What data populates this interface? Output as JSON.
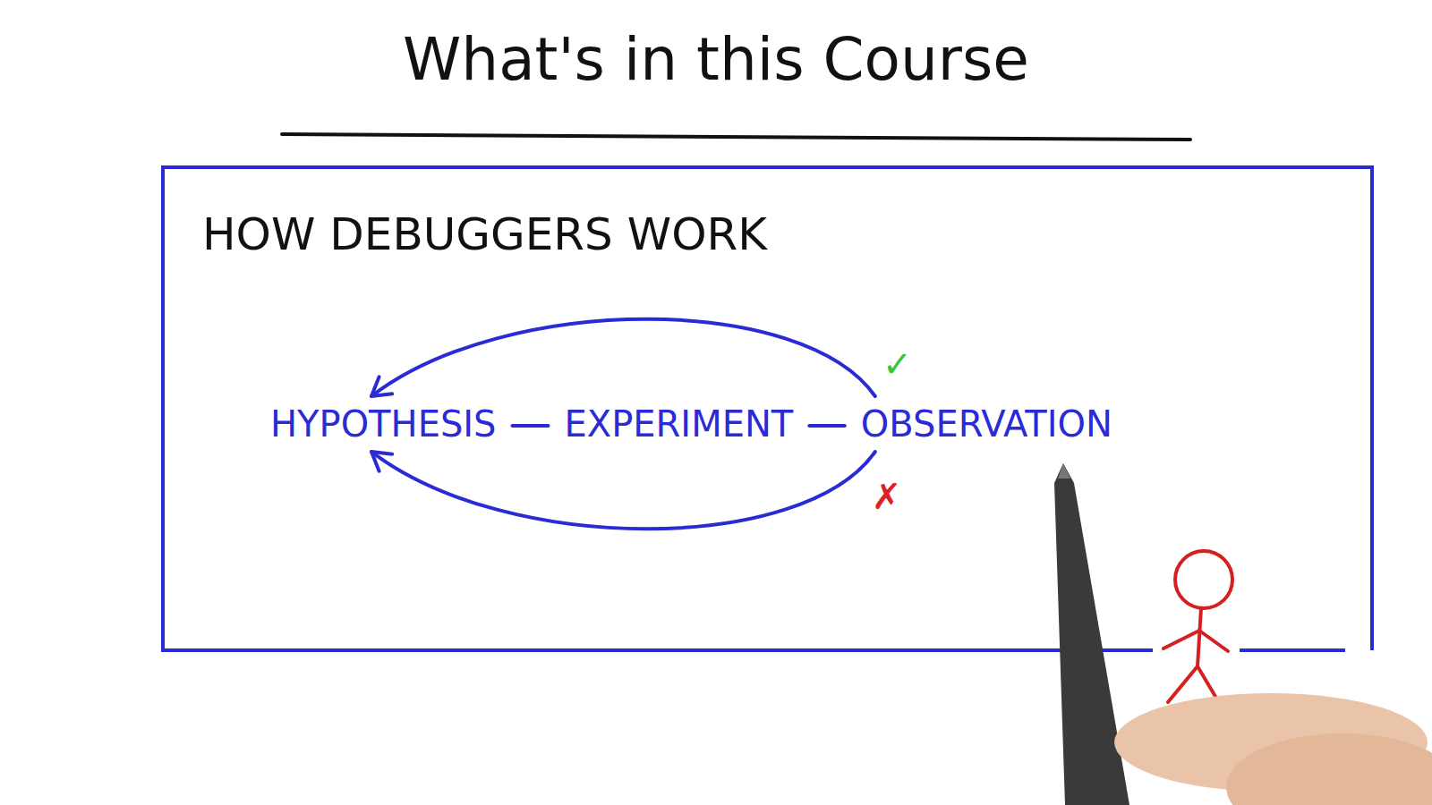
{
  "diagram": {
    "title": "What's in this Course",
    "nodes": [
      {
        "text": [
          "HOW DEBUGGERS WORK"
        ]
      },
      {
        "text": [
          "HYPOTHESIS"
        ],
        "in": 0
      },
      {
        "text": [
          "EXPERIMENT"
        ],
        "in": 0
      },
      {
        "text": [
          "OBSERVATION"
        ],
        "in": 0
      }
    ],
    "edges": [
      {
        "from": 1,
        "to": 2,
        "arrow": "none"
      },
      {
        "from": 2,
        "to": 3,
        "arrow": "none"
      },
      {
        "from": 3,
        "to": 1,
        "arrow": "to",
        "label": "✓"
      },
      {
        "from": 3,
        "to": 1,
        "arrow": "to",
        "label": "✗"
      }
    ]
  }
}
